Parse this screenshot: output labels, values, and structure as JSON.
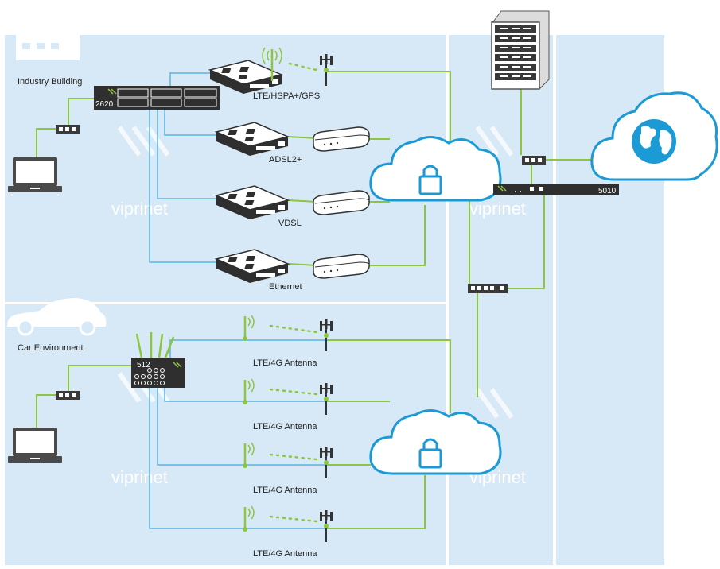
{
  "zones": {
    "industry_label": "Industry Building",
    "car_label": "Car Environment",
    "watermark": "viprinet"
  },
  "devices": {
    "router_industry": "2620",
    "router_car": "512",
    "hub_router": "5010"
  },
  "modules": {
    "lte_hspa": "LTE/HSPA+/GPS",
    "adsl": "ADSL2+",
    "vdsl": "VDSL",
    "ethernet": "Ethernet"
  },
  "antennas": {
    "a1": "LTE/4G Antenna",
    "a2": "LTE/4G Antenna",
    "a3": "LTE/4G Antenna",
    "a4": "LTE/4G Antenna"
  },
  "colors": {
    "zone_bg": "#d7e8f6",
    "green_line": "#8cc63f",
    "blue_line": "#5ab4e0",
    "cloud_blue": "#1c9ad6",
    "device_dark": "#333333"
  }
}
